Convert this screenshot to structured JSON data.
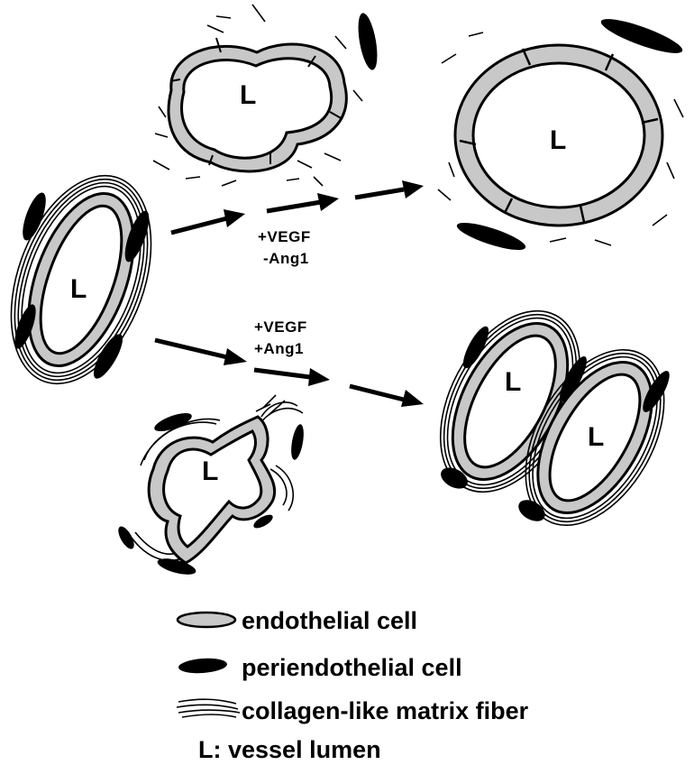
{
  "figure": {
    "lumen_label": "L",
    "conditions": [
      {
        "id": "vegf-minus-ang1",
        "line1": "+VEGF",
        "line2": "-Ang1"
      },
      {
        "id": "vegf-plus-ang1",
        "line1": "+VEGF",
        "line2": "+Ang1"
      }
    ]
  },
  "legend": {
    "items": [
      {
        "icon": "endothelial-cell-icon",
        "label": "endothelial cell"
      },
      {
        "icon": "periendothelial-cell-icon",
        "label": "periendothelial cell"
      },
      {
        "icon": "collagen-fiber-icon",
        "label": "collagen-like matrix fiber"
      },
      {
        "icon": "",
        "label": "L: vessel lumen"
      }
    ]
  },
  "colors": {
    "endothelial_fill": "#c8c8c8",
    "periendothelial_fill": "#000000",
    "outline": "#000000",
    "background": "#ffffff"
  }
}
